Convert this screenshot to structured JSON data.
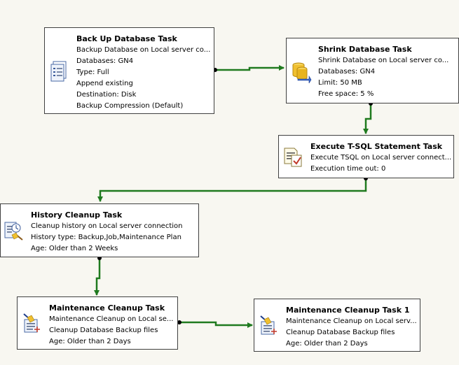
{
  "tasks": {
    "backup": {
      "title": "Back Up Database Task",
      "lines": [
        "Backup Database on Local server co...",
        "Databases: GN4",
        "Type: Full",
        "Append existing",
        "Destination: Disk",
        "Backup Compression (Default)"
      ]
    },
    "shrink": {
      "title": "Shrink Database Task",
      "lines": [
        "Shrink Database on Local server co...",
        "Databases: GN4",
        "Limit: 50 MB",
        "Free space: 5 %"
      ]
    },
    "tsql": {
      "title": "Execute T-SQL Statement Task",
      "lines": [
        "Execute TSQL on Local server connect...",
        "Execution time out: 0"
      ]
    },
    "history": {
      "title": "History Cleanup Task",
      "lines": [
        "Cleanup history on Local server connection",
        "History type: Backup,Job,Maintenance Plan",
        "Age: Older than 2 Weeks"
      ]
    },
    "maint": {
      "title": "Maintenance Cleanup Task",
      "lines": [
        "Maintenance Cleanup on Local se...",
        "Cleanup Database Backup files",
        "Age: Older than 2 Days"
      ]
    },
    "maint1": {
      "title": "Maintenance Cleanup Task 1",
      "lines": [
        "Maintenance Cleanup on Local serv...",
        "Cleanup Database Backup files",
        "Age: Older than 2 Days"
      ]
    }
  },
  "colors": {
    "canvas": "#f8f7f1",
    "connector_success": "#1f7a1f",
    "task_border": "#404040"
  },
  "icons": {
    "backup": "backup-database-icon",
    "shrink": "shrink-database-icon",
    "tsql": "execute-tsql-icon",
    "history": "history-cleanup-icon",
    "maint": "maintenance-cleanup-icon",
    "maint1": "maintenance-cleanup-icon"
  }
}
